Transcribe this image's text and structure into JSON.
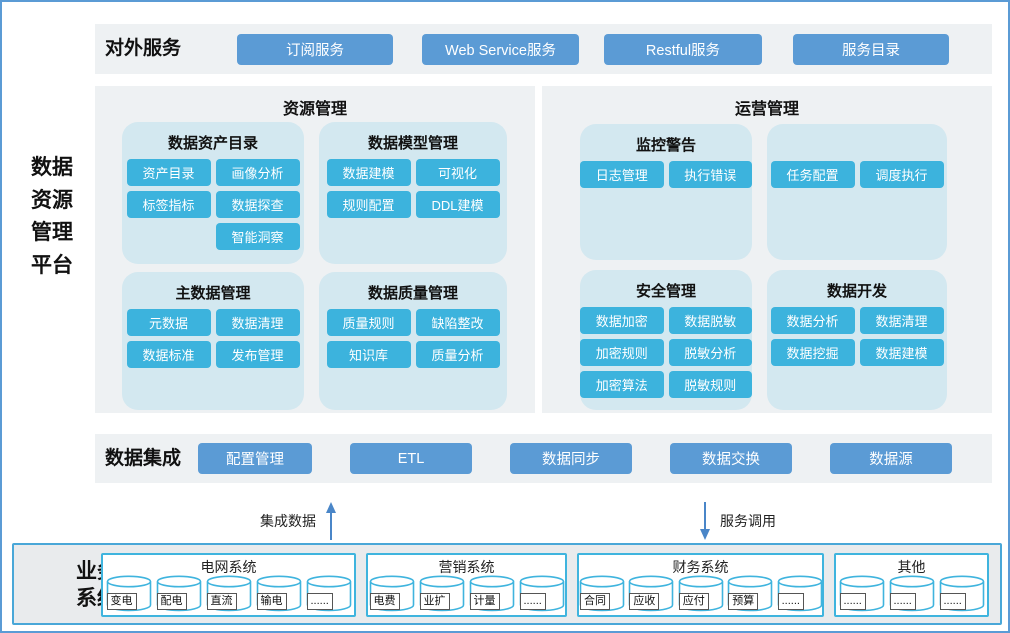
{
  "platform": {
    "label": "数据\n资源\n管理\n平台"
  },
  "external_services": {
    "title": "对外服务",
    "buttons": [
      "订阅服务",
      "Web Service服务",
      "Restful服务",
      "服务目录"
    ]
  },
  "resource_mgmt": {
    "title": "资源管理",
    "cards": [
      {
        "title": "数据资产目录",
        "buttons": [
          "资产目录",
          "画像分析",
          "标签指标",
          "数据探查",
          "智能洞察"
        ]
      },
      {
        "title": "数据模型管理",
        "buttons": [
          "数据建模",
          "可视化",
          "规则配置",
          "DDL建模"
        ]
      },
      {
        "title": "主数据管理",
        "buttons": [
          "元数据",
          "数据清理",
          "数据标准",
          "发布管理"
        ]
      },
      {
        "title": "数据质量管理",
        "buttons": [
          "质量规则",
          "缺陷整改",
          "知识库",
          "质量分析"
        ]
      }
    ]
  },
  "operations_mgmt": {
    "title": "运营管理",
    "cards": [
      {
        "title": "监控警告",
        "buttons": [
          "日志管理",
          "执行错误"
        ]
      },
      {
        "title": "",
        "buttons": [
          "任务配置",
          "调度执行"
        ]
      },
      {
        "title": "安全管理",
        "buttons": [
          "数据加密",
          "数据脱敏",
          "加密规则",
          "脱敏分析",
          "加密算法",
          "脱敏规则"
        ]
      },
      {
        "title": "数据开发",
        "buttons": [
          "数据分析",
          "数据清理",
          "数据挖掘",
          "数据建模"
        ]
      }
    ]
  },
  "integration": {
    "title": "数据集成",
    "buttons": [
      "配置管理",
      "ETL",
      "数据同步",
      "数据交换",
      "数据源"
    ]
  },
  "flows": {
    "up_label": "集成数据",
    "down_label": "服务调用"
  },
  "business": {
    "title": "业务\n系统",
    "groups": [
      {
        "name": "电网系统",
        "items": [
          "变电",
          "配电",
          "直流",
          "输电",
          "......"
        ]
      },
      {
        "name": "营销系统",
        "items": [
          "电费",
          "业扩",
          "计量",
          "......"
        ]
      },
      {
        "name": "财务系统",
        "items": [
          "合同",
          "应收",
          "应付",
          "预算",
          "......"
        ]
      },
      {
        "name": "其他",
        "items": [
          "......",
          "......",
          "......"
        ]
      }
    ]
  },
  "colors": {
    "outer_border": "#5b9bd5",
    "primary_button": "#5b9bd5",
    "module_button": "#3cb3dd",
    "card_bg": "#d3e8f0",
    "panel_bg": "#eef1f3",
    "business_bg": "#e9ebed",
    "cyan_border": "#3fb4de",
    "arrow": "#4a86c8"
  }
}
